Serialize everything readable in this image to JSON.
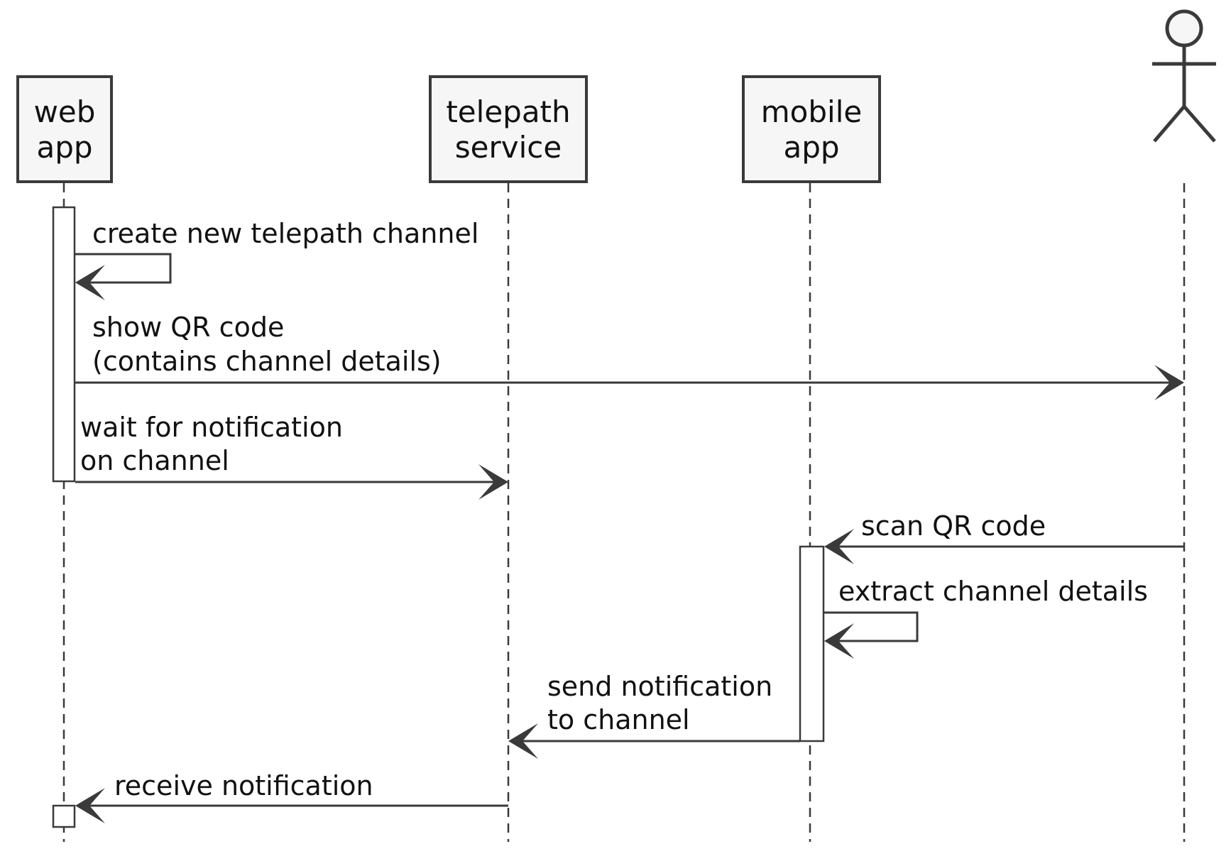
{
  "participants": [
    {
      "id": "web",
      "lines": [
        "web",
        "app"
      ]
    },
    {
      "id": "telepath",
      "lines": [
        "telepath",
        "service"
      ]
    },
    {
      "id": "mobile",
      "lines": [
        "mobile",
        "app"
      ]
    },
    {
      "id": "user",
      "kind": "actor-icon"
    }
  ],
  "messages": [
    {
      "from": "web",
      "to": "web",
      "lines": [
        "create new telepath channel"
      ]
    },
    {
      "from": "web",
      "to": "user",
      "lines": [
        "show QR code",
        "(contains channel details)"
      ]
    },
    {
      "from": "web",
      "to": "telepath",
      "lines": [
        "wait for notification",
        "on channel"
      ]
    },
    {
      "from": "user",
      "to": "mobile",
      "lines": [
        "scan QR code"
      ]
    },
    {
      "from": "mobile",
      "to": "mobile",
      "lines": [
        "extract channel details"
      ]
    },
    {
      "from": "mobile",
      "to": "telepath",
      "lines": [
        "send notification",
        "to channel"
      ]
    },
    {
      "from": "telepath",
      "to": "web",
      "lines": [
        "receive notification"
      ]
    }
  ],
  "colors": {
    "stroke": "#3a3a3a",
    "box_fill": "#f6f6f6",
    "text": "#111111",
    "background": "#ffffff"
  }
}
